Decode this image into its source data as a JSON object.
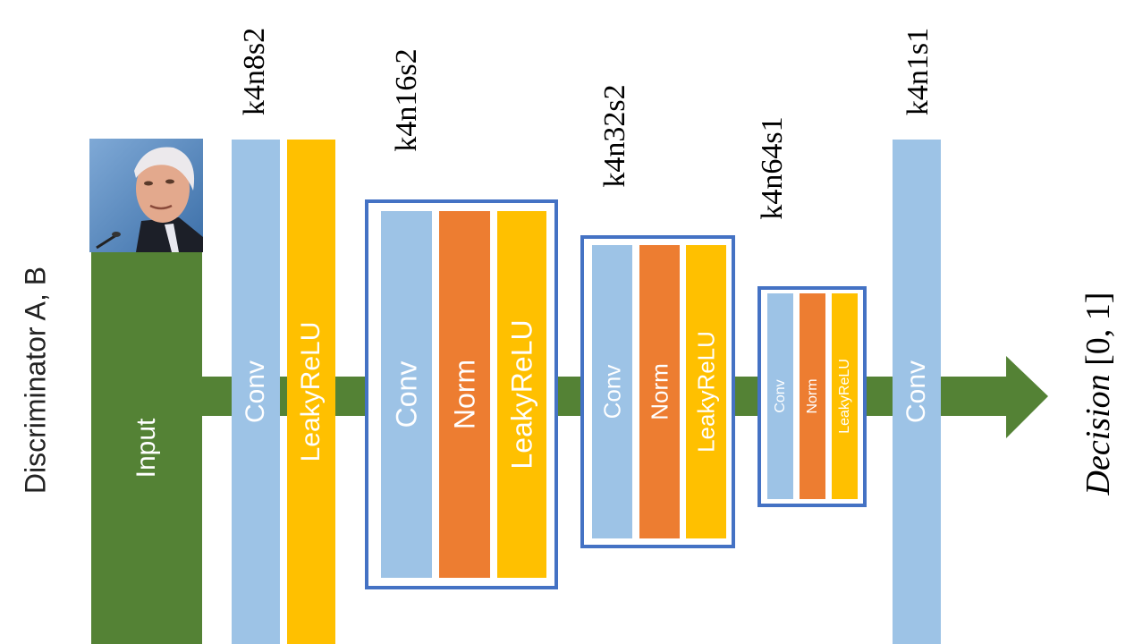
{
  "title": "Discriminator A, B",
  "input": {
    "label": "Input"
  },
  "layers": [
    {
      "params": "k4n8s2",
      "blocks": [
        "Conv",
        "LeakyReLU"
      ]
    },
    {
      "params": "k4n16s2",
      "blocks": [
        "Conv",
        "Norm",
        "LeakyReLU"
      ]
    },
    {
      "params": "k4n32s2",
      "blocks": [
        "Conv",
        "Norm",
        "LeakyReLU"
      ]
    },
    {
      "params": "k4n64s1",
      "blocks": [
        "Conv",
        "Norm",
        "LeakyReLU"
      ]
    },
    {
      "params": "k4n1s1",
      "blocks": [
        "Conv"
      ]
    }
  ],
  "output": {
    "label_italic": "Decision",
    "label_range": "[0, 1]"
  },
  "colors": {
    "arrow": "#548235",
    "conv": "#9dc3e6",
    "norm": "#ed7d31",
    "leakyrelu": "#ffc000",
    "group_border": "#4472c4"
  }
}
